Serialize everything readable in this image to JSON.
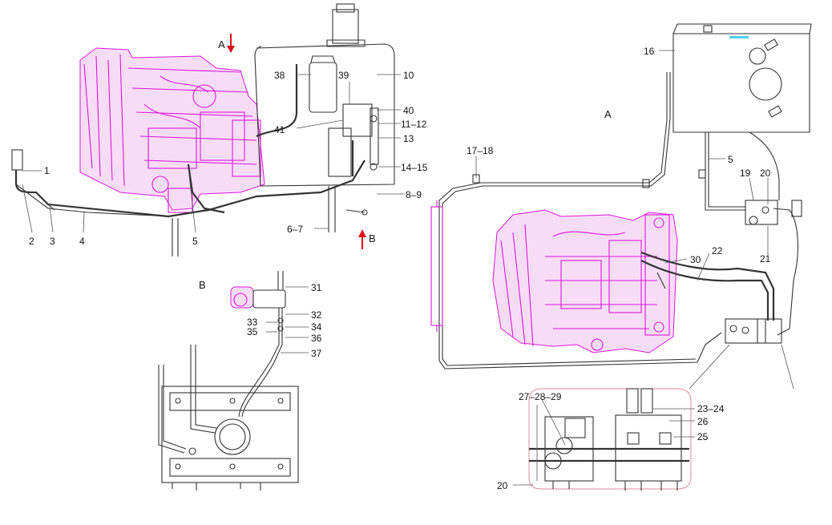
{
  "views": {
    "view_a_arrow": "A",
    "view_b_arrow": "B",
    "view_a_title": "A",
    "view_b_title": "B"
  },
  "callouts": {
    "c1": "1",
    "c2": "2",
    "c3": "3",
    "c4": "4",
    "c5_left": "5",
    "c6_7": "6–7",
    "c8_9": "8–9",
    "c10": "10",
    "c11_12": "11–12",
    "c13": "13",
    "c14_15": "14–15",
    "c16": "16",
    "c17_18": "17–18",
    "c5_right": "5",
    "c19": "19",
    "c20_top": "20",
    "c21": "21",
    "c22": "22",
    "c30": "30",
    "c31": "31",
    "c32": "32",
    "c33": "33",
    "c34": "34",
    "c35": "35",
    "c36": "36",
    "c37": "37",
    "c38": "38",
    "c39": "39",
    "c40": "40",
    "c41": "41",
    "c23_24": "23–24",
    "c25": "25",
    "c26": "26",
    "c27_28_29": "27–28–29",
    "c20_bottom": "20"
  },
  "colors": {
    "engine": "#d81ad8",
    "line": "#333333",
    "view_arrow": "#e0101a",
    "detail_outline": "#e08a9a"
  }
}
